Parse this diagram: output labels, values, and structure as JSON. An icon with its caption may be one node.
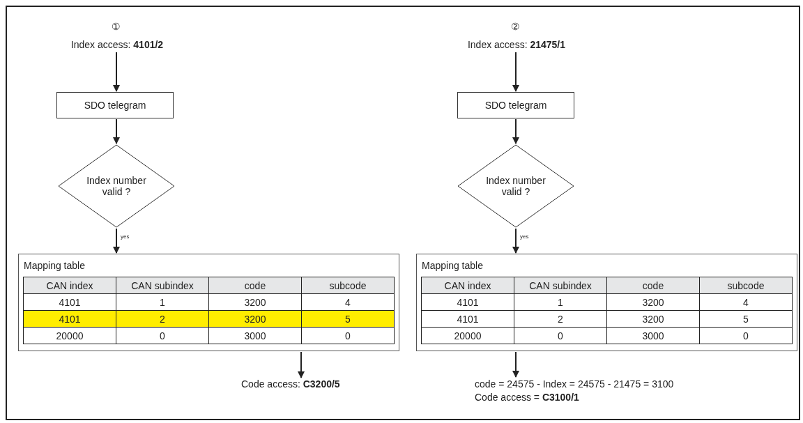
{
  "diagram": {
    "nodes": [
      {
        "text": [
          "Index access: **4101/2**"
        ]
      },
      {
        "text": [
          "SDO telegram"
        ]
      },
      {
        "text": [
          "Index number valid ?"
        ]
      },
      {
        "text": [
          "Mapping table"
        ]
      },
      {
        "text": [
          "Code access: **C3200/5**"
        ]
      },
      {
        "text": [
          "Index access: **21475/1**"
        ]
      },
      {
        "text": [
          "SDO telegram"
        ]
      },
      {
        "text": [
          "Index number valid ?"
        ]
      },
      {
        "text": [
          "Mapping table"
        ]
      },
      {
        "text": [
          "code = 24575 - Index = 24575 - 21475 = 3100",
          "Code access = **C3100/1**"
        ]
      }
    ],
    "edges": [
      {
        "from": 0,
        "to": 1,
        "arrow": "to"
      },
      {
        "from": 1,
        "to": 2,
        "arrow": "to"
      },
      {
        "from": 2,
        "to": 3,
        "arrow": "to",
        "label": "yes"
      },
      {
        "from": 3,
        "to": 4,
        "arrow": "to"
      },
      {
        "from": 5,
        "to": 6,
        "arrow": "to"
      },
      {
        "from": 6,
        "to": 7,
        "arrow": "to"
      },
      {
        "from": 7,
        "to": 8,
        "arrow": "to",
        "label": "yes"
      },
      {
        "from": 8,
        "to": 9,
        "arrow": "to"
      }
    ],
    "labels": [
      "①",
      "②",
      "CAN index",
      "CAN subindex",
      "code",
      "subcode",
      "4101",
      "1",
      "3200",
      "4",
      "4101",
      "2",
      "3200",
      "5",
      "20000",
      "0",
      "3000",
      "0",
      "CAN index",
      "CAN subindex",
      "code",
      "subcode",
      "4101",
      "1",
      "3200",
      "4",
      "4101",
      "2",
      "3200",
      "5",
      "20000",
      "0",
      "3000",
      "0"
    ]
  }
}
